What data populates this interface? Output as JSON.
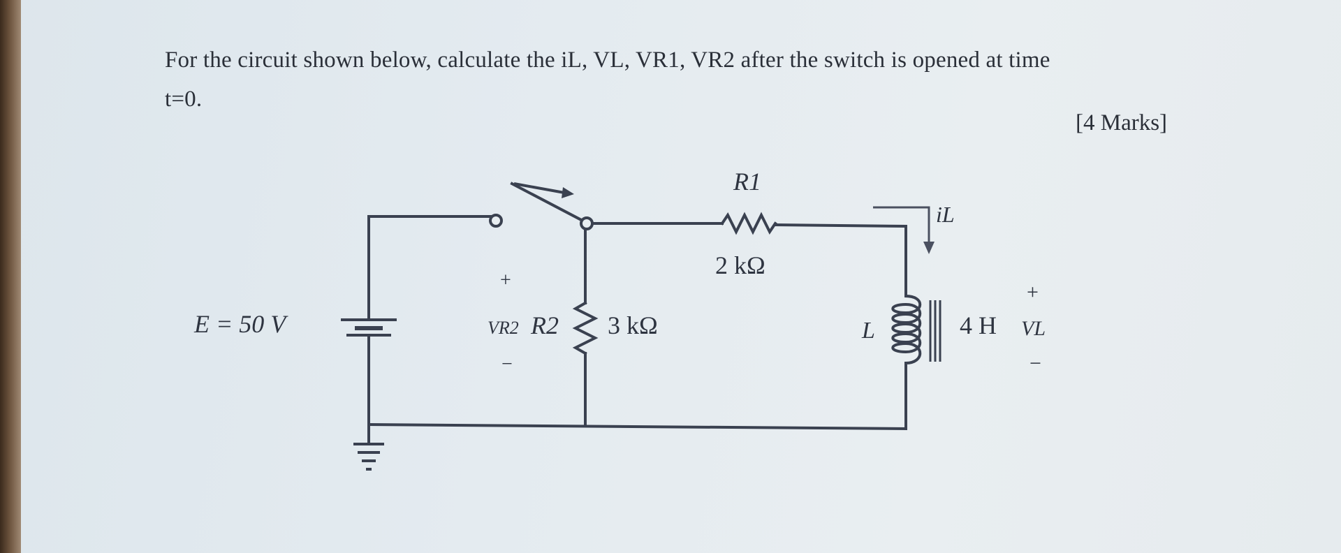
{
  "question": {
    "line1": "For the circuit shown below, calculate the iL, VL, VR1, VR2 after the switch is opened at time",
    "line2": "t=0.",
    "marks": "[4 Marks]"
  },
  "circuit": {
    "source_label": "E = 50 V",
    "r1_name": "R1",
    "r1_value": "2 kΩ",
    "r2_name": "R2",
    "r2_value": "3 kΩ",
    "vr2_label": "VR2",
    "plus": "+",
    "minus": "−",
    "inductor_name": "L",
    "inductor_value": "4 H",
    "vl_label": "VL",
    "il_label": "iL"
  }
}
